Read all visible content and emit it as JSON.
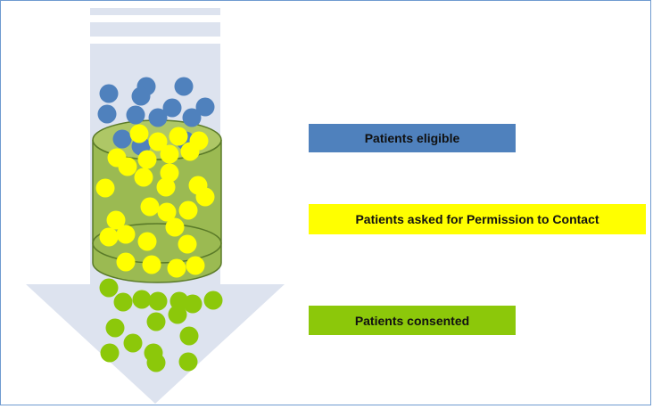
{
  "legend": {
    "eligible": {
      "label": "Patients eligible",
      "color": "#4f81bd"
    },
    "permission": {
      "label": "Patients asked for Permission to Contact",
      "color": "#ffff00"
    },
    "consented": {
      "label": "Patients consented",
      "color": "#8cc80a"
    }
  },
  "colors": {
    "arrow": "#dde3ef",
    "cylinder_fill": "#92b43c",
    "cylinder_stroke": "#5a7a28",
    "dot_blue": "#4f81bd",
    "dot_yellow": "#ffff00",
    "dot_green": "#8cc80a"
  }
}
